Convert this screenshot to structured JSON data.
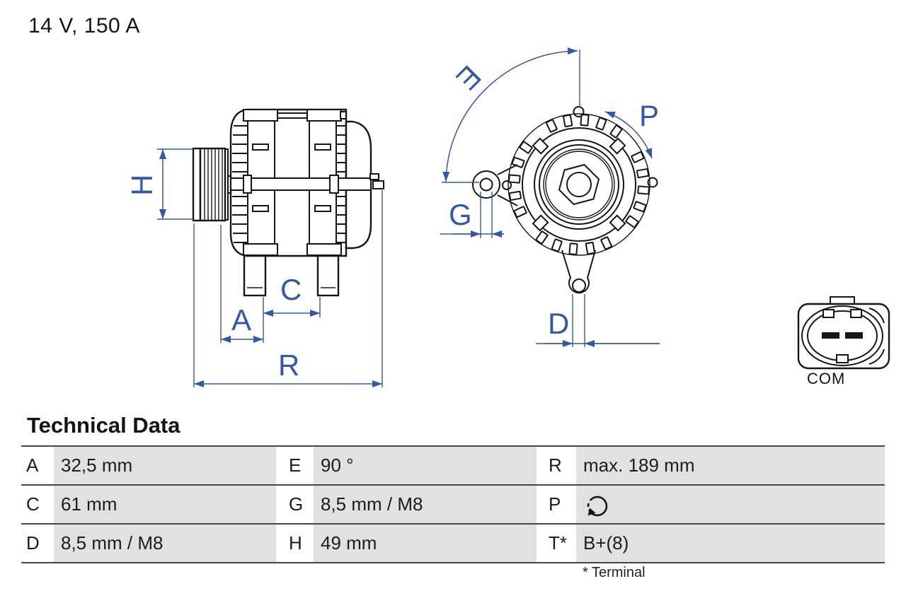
{
  "title": "14 V, 150 A",
  "diagram": {
    "labels": {
      "h": "H",
      "a": "A",
      "c": "C",
      "r": "R",
      "e": "E",
      "g": "G",
      "p": "P",
      "d": "D"
    },
    "connector_label": "COM",
    "rotation_direction": "clockwise",
    "colors": {
      "dimension_blue": "#3558A6",
      "outline_black": "#161616",
      "table_gray": "#E1E1E1"
    }
  },
  "table": {
    "heading": "Technical Data",
    "rows": [
      [
        {
          "key": "A",
          "value": "32,5 mm"
        },
        {
          "key": "E",
          "value": "90 °"
        },
        {
          "key": "R",
          "value": "max. 189 mm"
        }
      ],
      [
        {
          "key": "C",
          "value": "61 mm"
        },
        {
          "key": "G",
          "value": "8,5 mm / M8"
        },
        {
          "key": "P",
          "value": ""
        }
      ],
      [
        {
          "key": "D",
          "value": "8,5 mm / M8"
        },
        {
          "key": "H",
          "value": "49 mm"
        },
        {
          "key": "T*",
          "value": "B+(8)"
        }
      ]
    ],
    "footnote": "* Terminal"
  }
}
